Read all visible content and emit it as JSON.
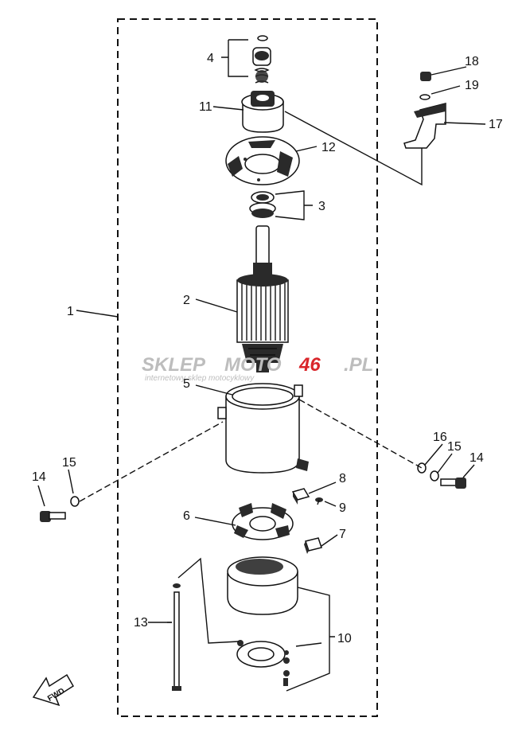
{
  "labels": {
    "l1": "1",
    "l2": "2",
    "l3": "3",
    "l4": "4",
    "l5": "5",
    "l6": "6",
    "l7": "7",
    "l8": "8",
    "l9": "9",
    "l10": "10",
    "l11": "11",
    "l12": "12",
    "l13": "13",
    "l14_left": "14",
    "l15_left": "15",
    "l14_right": "14",
    "l15_right": "15",
    "l16": "16",
    "l17": "17",
    "l18": "18",
    "l19": "19"
  },
  "watermark": {
    "brand_gray_a": "SKLEP",
    "brand_gray_b": "MOTO",
    "brand_red": "46",
    "brand_gray_c": ".PL",
    "tagline": "internetowy sklep motocyklowy"
  },
  "fwd": "FWD",
  "colors": {
    "ink": "#111111",
    "brand_red": "#d9262b",
    "brand_gray": "#bdbdbd"
  }
}
